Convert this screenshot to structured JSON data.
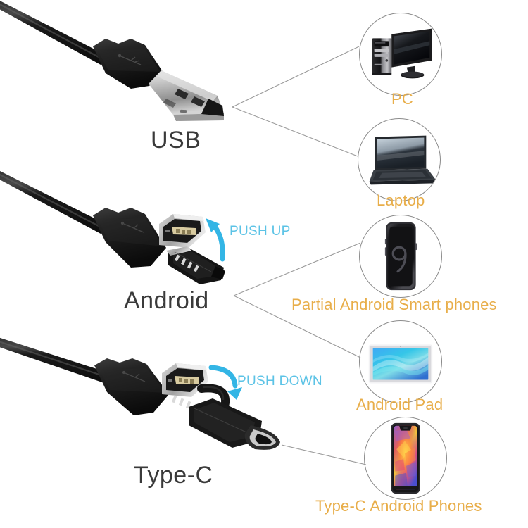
{
  "product": {
    "type": "3-in-1 USB endoscope cable connector diagram",
    "background_color": "#ffffff"
  },
  "colors": {
    "connector_label": "#3a3a3a",
    "device_label": "#e8ae4a",
    "push_hint": "#5cc3e6",
    "arrow": "#33b5e5",
    "circle_border": "#8b8b8b",
    "leader_line": "#9a9a9a",
    "cable_black": "#1c1c1c",
    "metal_silver": "#c9c9c9"
  },
  "connectors": [
    {
      "id": "usb",
      "label": "USB",
      "icon": "usb-a-connector-icon",
      "hint": null
    },
    {
      "id": "android",
      "label": "Android",
      "icon": "micro-usb-connector-icon",
      "hint": "PUSH UP",
      "hint_arrow": "curved-arrow-up-icon"
    },
    {
      "id": "typec",
      "label": "Type-C",
      "icon": "usb-type-c-connector-icon",
      "hint": "PUSH DOWN",
      "hint_arrow": "curved-arrow-down-icon"
    }
  ],
  "devices": [
    {
      "id": "pc",
      "label": "PC",
      "icon": "desktop-computer-icon",
      "connected_from": "usb"
    },
    {
      "id": "laptop",
      "label": "Laptop",
      "icon": "laptop-icon",
      "connected_from": "usb"
    },
    {
      "id": "android-phone",
      "label": "Partial Android Smart phones",
      "icon": "smartphone-icon",
      "connected_from": "android"
    },
    {
      "id": "android-pad",
      "label": "Android Pad",
      "icon": "tablet-icon",
      "connected_from": "android"
    },
    {
      "id": "typec-phone",
      "label": "Type-C Android Phones",
      "icon": "notch-smartphone-icon",
      "connected_from": "typec"
    }
  ]
}
